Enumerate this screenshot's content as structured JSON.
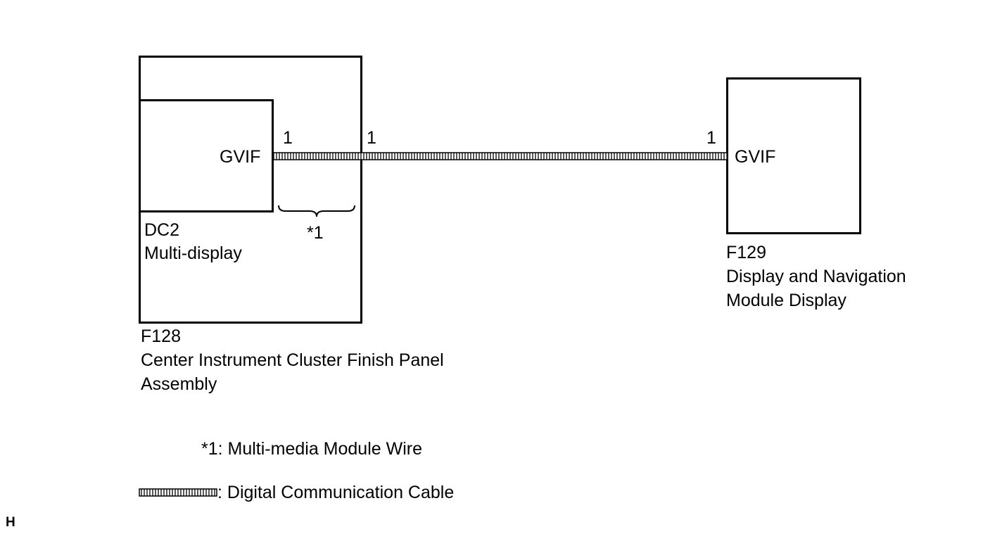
{
  "components": {
    "panel": {
      "connector": "F128",
      "name_line1": "Center Instrument Cluster Finish Panel",
      "name_line2": "Assembly"
    },
    "multi_display": {
      "connector": "DC2",
      "name": "Multi-display",
      "terminal": "GVIF",
      "pin": "1"
    },
    "panel_pin": "1",
    "nav_display": {
      "connector": "F129",
      "name_line1": "Display and Navigation",
      "name_line2": "Module Display",
      "terminal": "GVIF",
      "pin": "1"
    }
  },
  "brace_label": "*1",
  "legend": {
    "note": "*1: Multi-media Module Wire",
    "cable": ": Digital Communication Cable"
  },
  "corner_mark": "H"
}
